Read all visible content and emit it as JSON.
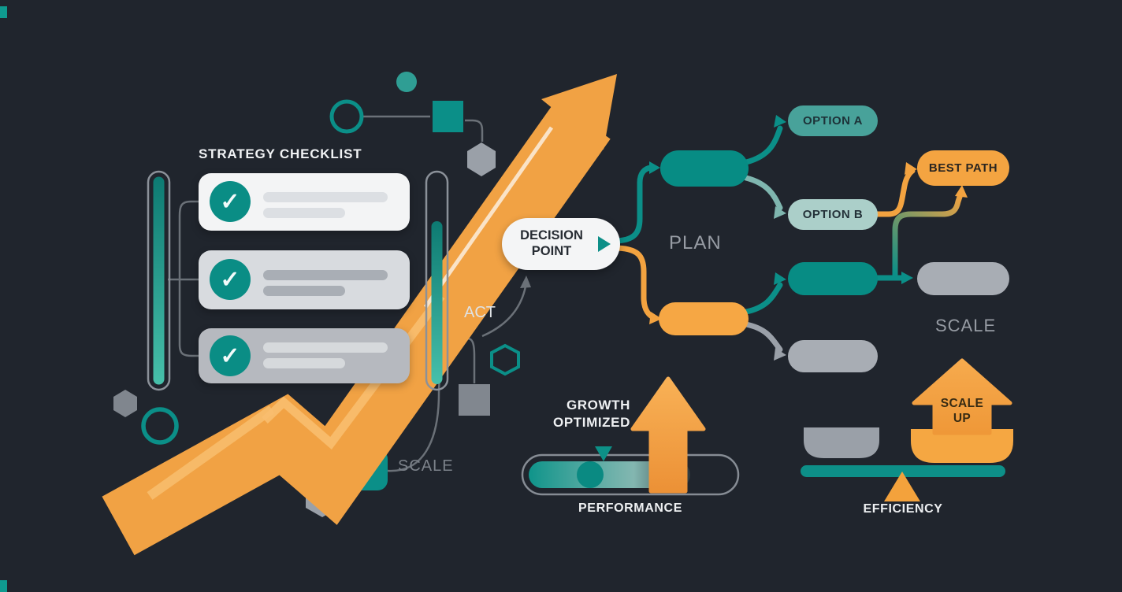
{
  "colors": {
    "background": "#20252d",
    "teal": "#0b8f88",
    "teal_medium": "#48a29a",
    "teal_light": "#abcfc9",
    "orange": "#f3a340",
    "gray_node": "#a8adb4",
    "card_white": "#f3f4f5",
    "card_light_gray": "#d8dbdf",
    "card_gray": "#b6b9bf",
    "text_light": "#eef0f2",
    "text_muted": "#979ca4",
    "text_dark": "#272c33"
  },
  "icons": {
    "check": "✓"
  },
  "checklist": {
    "title": "STRATEGY CHECKLIST",
    "items": [
      {
        "state": "checked"
      },
      {
        "state": "checked"
      },
      {
        "state": "checked"
      }
    ]
  },
  "decision_point": {
    "label": "DECISION POINT"
  },
  "flow_labels": {
    "act": "ACT",
    "plan": "PLAN",
    "scale_branch": "SCALE",
    "scale_node": "SCALE"
  },
  "tree": {
    "option_a": "OPTION A",
    "option_b": "OPTION B",
    "best_path": "BEST PATH"
  },
  "performance_meter": {
    "caption": "GROWTH OPTIMIZED",
    "axis_label": "PERFORMANCE"
  },
  "efficiency_balance": {
    "arrow_label": "SCALE UP",
    "axis_label": "EFFICIENCY"
  }
}
